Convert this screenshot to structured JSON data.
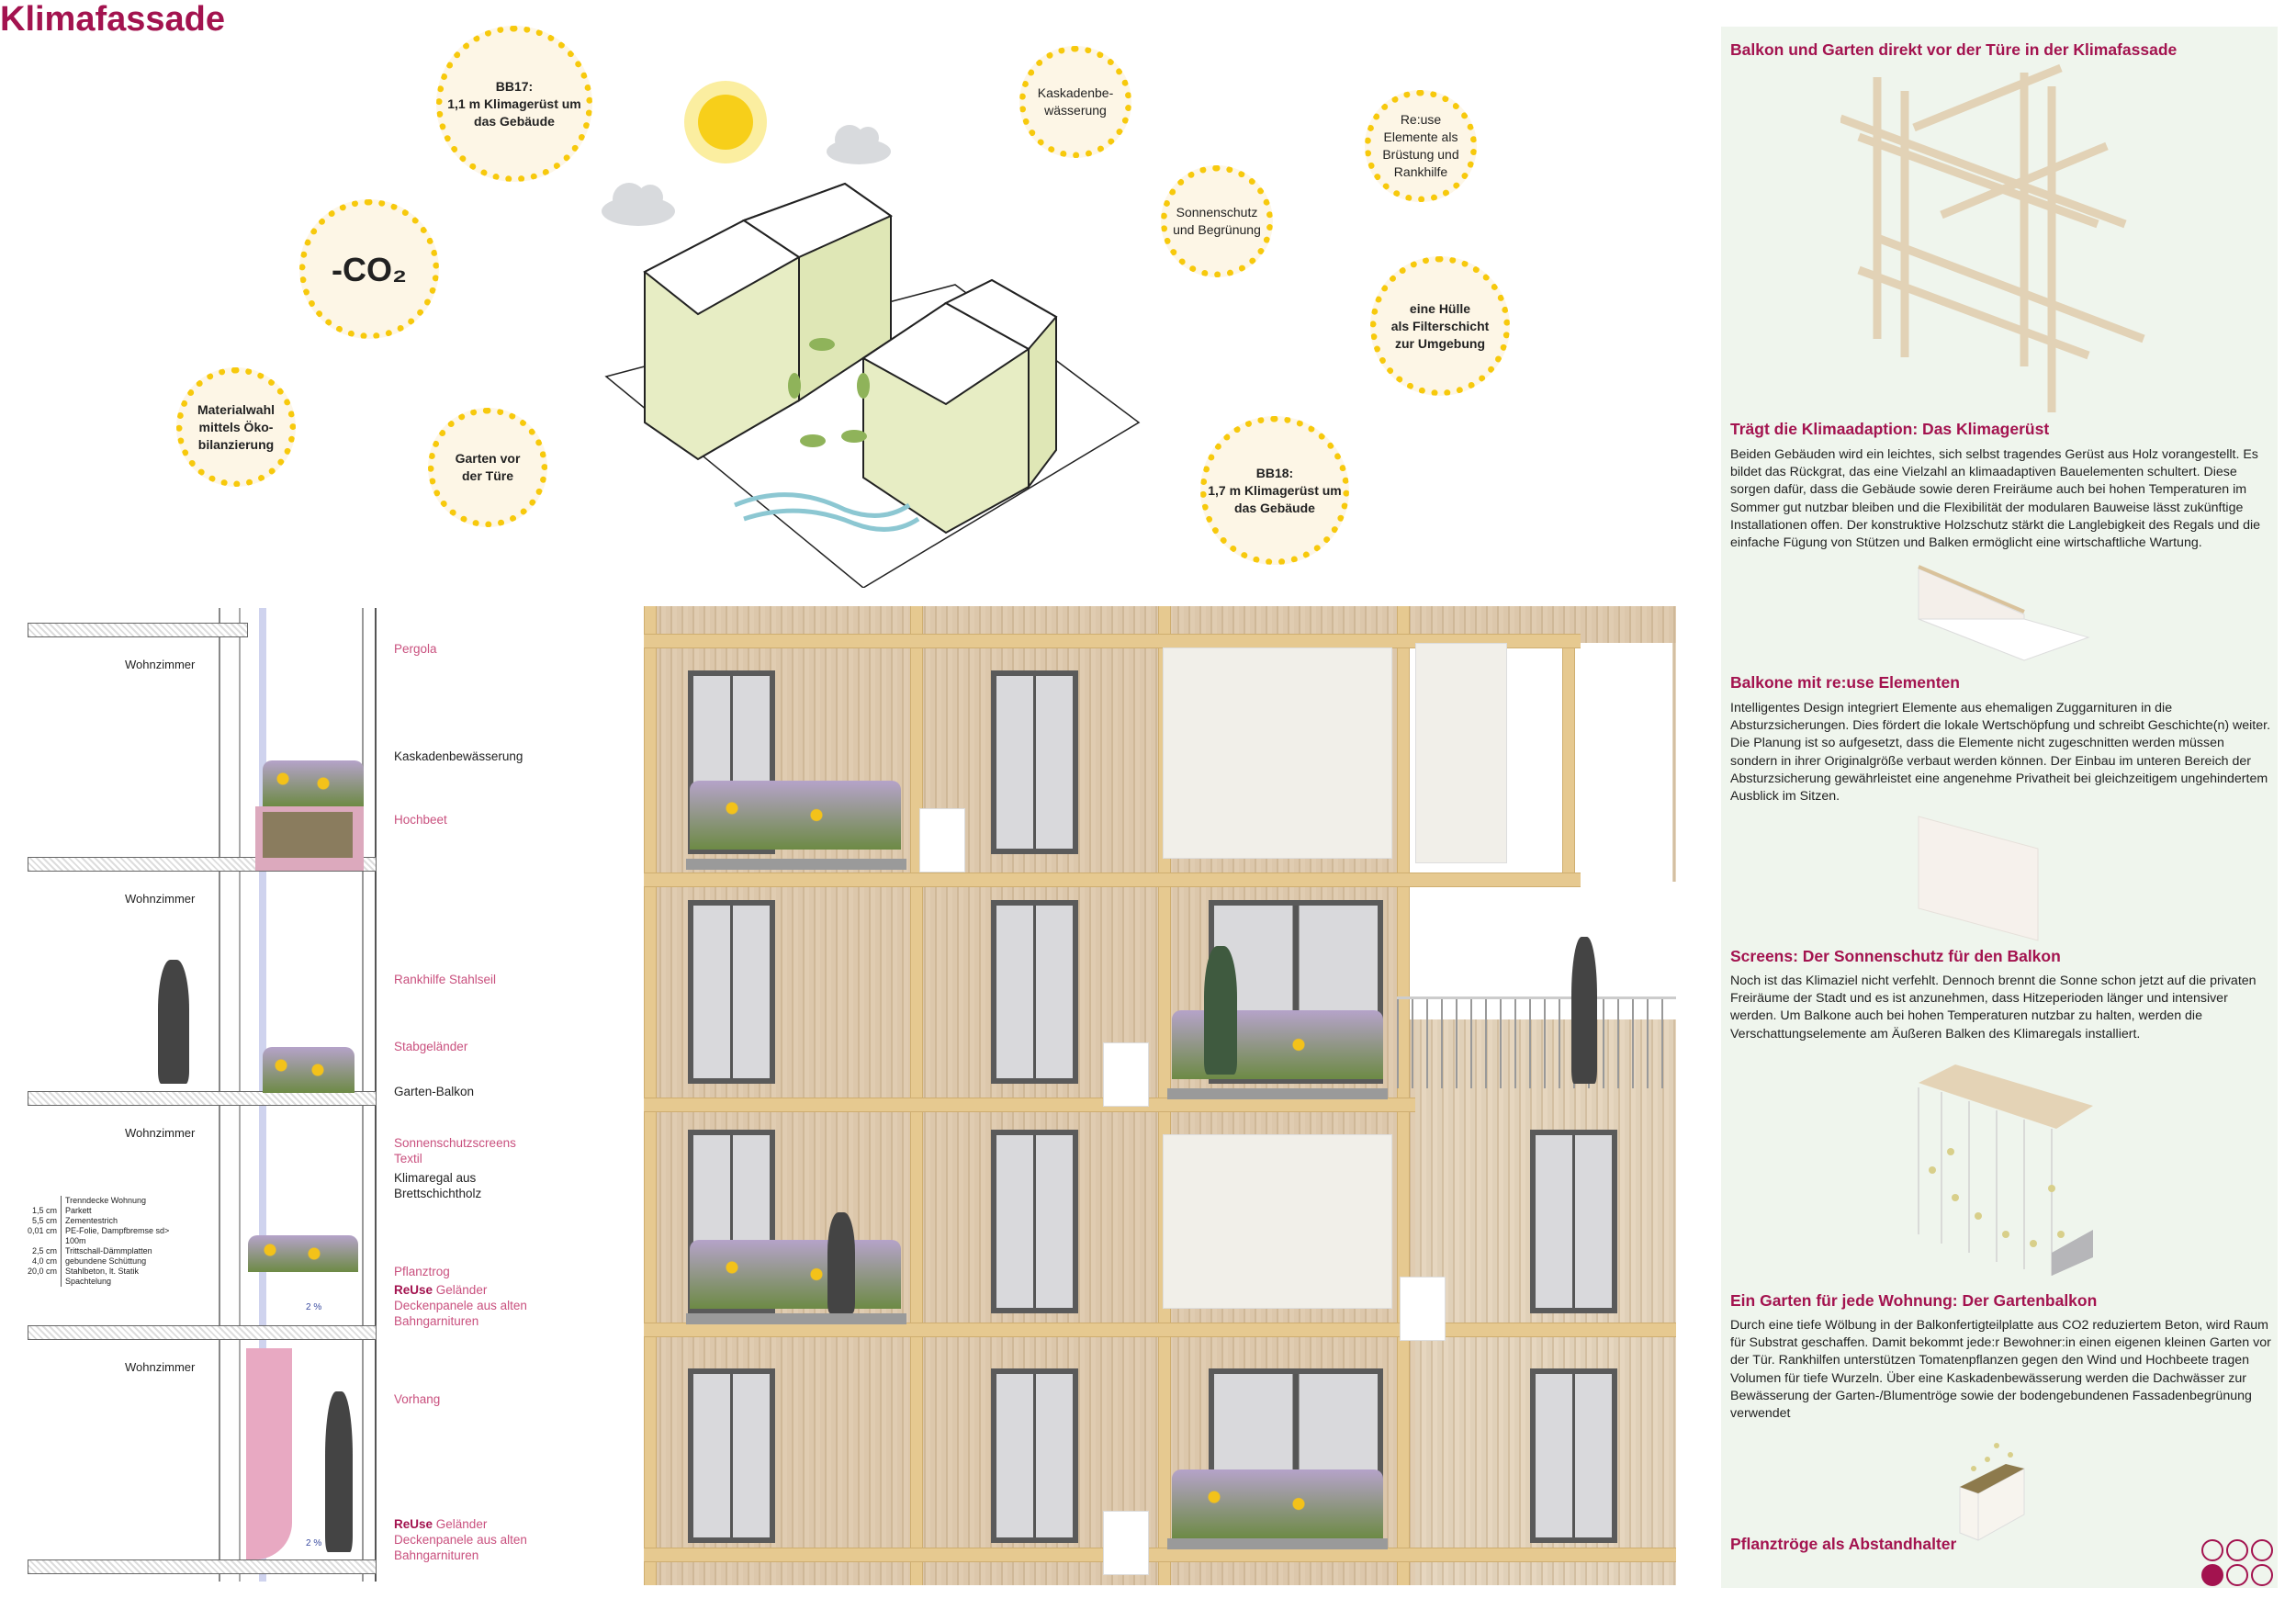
{
  "title": "Klimafassade",
  "bubbles": {
    "bb17": "BB17:\n1,1 m Klimagerüst um\ndas Gebäude",
    "co2": "-CO₂",
    "material": "Materialwahl\nmittels Öko-\nbilanzierung",
    "garten": "Garten vor\nder Türe",
    "kaskaden": "Kaskadenbe-\nwässerung",
    "sonnenschutz": "Sonnenschutz\nund Begrünung",
    "reuse": "Re:use\nElemente als\nBrüstung und\nRankhilfe",
    "huelle": "eine Hülle\nals Filterschicht\nzur Umgebung",
    "bb18": "BB18:\n1,7 m Klimagerüst um\ndas Gebäude"
  },
  "section": {
    "rooms": [
      "Wohnzimmer",
      "Wohnzimmer",
      "Wohnzimmer",
      "Wohnzimmer"
    ],
    "labels": {
      "pergola": "Pergola",
      "kaskaden": "Kaskadenbewässerung",
      "hochbeet": "Hochbeet",
      "rankhilfe": "Rankhilfe Stahlseil",
      "stabgelaender": "Stabgeländer",
      "gartenbalkon": "Garten-Balkon",
      "screens": "Sonnenschutzscreens\nTextil",
      "klimaregal": "Klimaregal aus\nBrettschichtholz",
      "pflanztrog": "Pflanztrog",
      "reuse1_bold": "ReUse",
      "reuse1": " Geländer\nDeckenpanele aus alten\nBahngarnituren",
      "vorhang": "Vorhang",
      "reuse2_bold": "ReUse",
      "reuse2": " Geländer\nDeckenpanele aus alten\nBahngarnituren"
    },
    "slope": "2 %",
    "layers": [
      {
        "v": "",
        "n": "Trenndecke Wohnung"
      },
      {
        "v": "1,5 cm",
        "n": "Parkett"
      },
      {
        "v": "5,5 cm",
        "n": "Zementestrich"
      },
      {
        "v": "0,01 cm",
        "n": "PE-Folie, Dampfbremse sd> 100m"
      },
      {
        "v": "2,5 cm",
        "n": "Trittschall-Dämmplatten"
      },
      {
        "v": "4,0 cm",
        "n": "gebundene Schüttung"
      },
      {
        "v": "20,0 cm",
        "n": "Stahlbeton, lt. Statik"
      },
      {
        "v": "",
        "n": "Spachtelung"
      }
    ]
  },
  "panel": {
    "h1": "Balkon und Garten direkt vor der Türe in der Klimafassade",
    "h2": "Trägt die Klimaadaption: Das Klimagerüst",
    "p2": "Beiden Gebäuden wird ein leichtes, sich selbst tragendes Gerüst aus Holz vorangestellt. Es bildet das Rückgrat, das eine Vielzahl an klimaadaptiven Bauelementen schultert. Diese sorgen dafür, dass die Gebäude sowie deren Freiräume auch bei hohen Temperaturen im Sommer gut nutzbar bleiben und die Flexibilität der modularen Bauweise lässt zukünftige Installationen offen. Der konstruktive Holzschutz stärkt die Langlebigkeit des Regals und die einfache Fügung von Stützen und Balken ermöglicht eine wirtschaftliche Wartung.",
    "h3": "Balkone mit re:use Elementen",
    "p3": "Intelligentes Design integriert Elemente aus ehemaligen Zuggarnituren in die Absturzsicherungen. Dies fördert die lokale Wertschöpfung und schreibt Geschichte(n) weiter. Die Planung ist so aufgesetzt, dass die Elemente nicht zugeschnitten werden müssen sondern in ihrer Originalgröße verbaut werden können. Der Einbau im unteren Bereich der Absturzsicherung gewährleistet eine angenehme Privatheit bei gleichzeitigem ungehindertem Ausblick im Sitzen.",
    "h4": "Screens: Der Sonnenschutz für den Balkon",
    "p4": "Noch ist das Klimaziel nicht verfehlt. Dennoch brennt die Sonne schon jetzt auf die privaten Freiräume der Stadt und es ist anzunehmen, dass Hitzeperioden länger und intensiver werden. Um Balkone auch bei hohen Temperaturen nutzbar zu halten, werden die Verschattungselemente am Äußeren Balken des Klimaregals installiert.",
    "h5": "Ein Garten für jede Wohnung: Der Gartenbalkon",
    "p5": "Durch eine tiefe Wölbung in der Balkonfertigteilplatte aus CO2 reduziertem Beton, wird Raum für Substrat geschaffen. Damit bekommt jede:r Bewohner:in einen eigenen kleinen Garten vor der Tür. Rankhilfen unterstützen Tomatenpflanzen gegen den Wind und Hochbeete tragen Volumen für tiefe Wurzeln. Über eine Kaskadenbewässerung werden die Dachwässer zur Bewässerung der Garten-/Blumentröge sowie der bodengebundenen Fassadenbegrünung verwendet",
    "h6": "Pflanztröge als Abstandhalter"
  },
  "page_indicator": {
    "total": 6,
    "active": 4
  },
  "colors": {
    "accent": "#a3134f",
    "label": "#c9507e",
    "bubble_dots": "#f7c90c",
    "panel_bg": "#eff5ed"
  }
}
